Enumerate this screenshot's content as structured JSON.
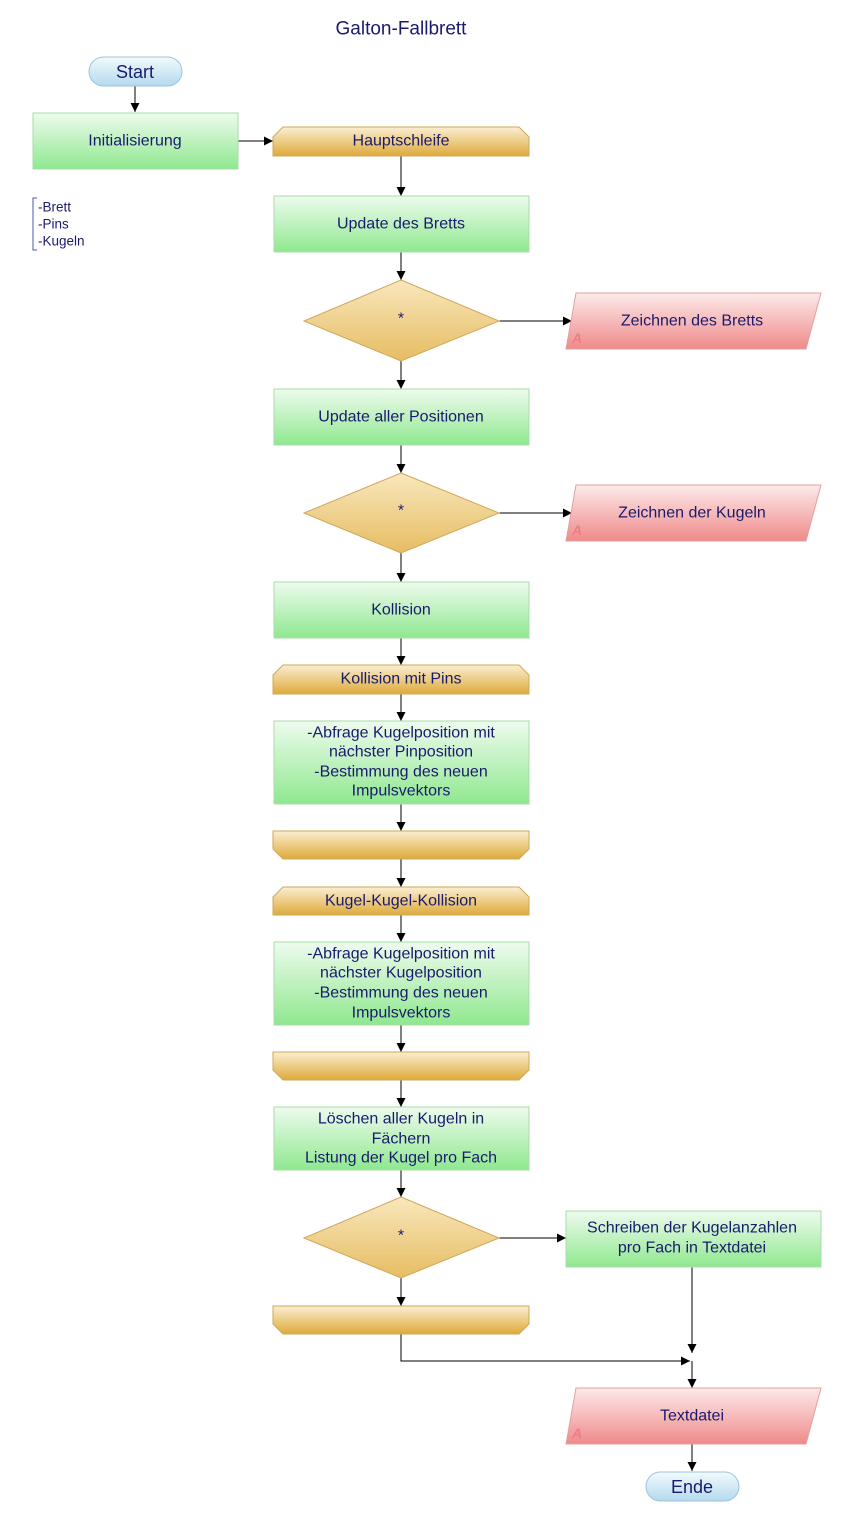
{
  "title": "Galton-Fallbrett",
  "start": "Start",
  "end": "Ende",
  "init": "Initialisierung",
  "note": [
    "-Brett",
    "-Pins",
    "-Kugeln"
  ],
  "loop_start": "Hauptschleife",
  "update_board": "Update des Bretts",
  "decision_1": "*",
  "draw_board": "Zeichnen des Bretts",
  "update_positions": "Update aller Positionen",
  "decision_2": "*",
  "draw_balls": "Zeichnen der Kugeln",
  "collision": "Kollision",
  "loop_pins": "Kollision mit Pins",
  "pins_process": [
    "-Abfrage Kugelposition mit",
    "nächster Pinposition",
    "-Bestimmung des neuen",
    "Impulsvektors"
  ],
  "loop_balls": "Kugel-Kugel-Kollision",
  "balls_process": [
    "-Abfrage Kugelposition mit",
    "nächster Kugelposition",
    "-Bestimmung des neuen",
    "Impulsvektors"
  ],
  "delete_process": [
    "Löschen aller Kugeln in",
    "Fächern",
    "Listung der Kugel pro Fach"
  ],
  "decision_3": "*",
  "write_file": [
    "Schreiben der Kugelanzahlen",
    "pro Fach in Textdatei"
  ],
  "textfile": "Textdatei",
  "io_marker": "A",
  "colors": {
    "process_top": "#eefbee",
    "process_bottom": "#8fe88f",
    "loop_top": "#fbeed2",
    "loop_bottom": "#deaa3a",
    "io_top": "#fdeaea",
    "io_bottom": "#ef8a8a",
    "terminal_top": "#f2fafd",
    "terminal_bottom": "#b4daee",
    "text": "#1a1a6e"
  }
}
